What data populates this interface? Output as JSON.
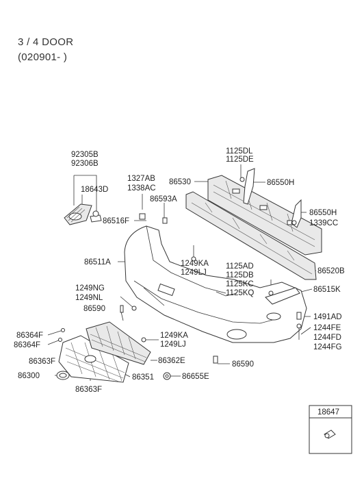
{
  "header": {
    "line1": "3 / 4  DOOR",
    "line2": "(020901- )"
  },
  "labels": {
    "p92305B": "92305B",
    "p92306B": "92306B",
    "p18643D": "18643D",
    "p1327AB": "1327AB",
    "p1338AC": "1338AC",
    "p86593A": "86593A",
    "p86516F": "86516F",
    "p1125DL": "1125DL",
    "p1125DE": "1125DE",
    "p86530": "86530",
    "p86550H_a": "86550H",
    "p86550H_b": "86550H",
    "p1339CC": "1339CC",
    "p86511A": "86511A",
    "p1249KA_a": "1249KA",
    "p1249LJ_a": "1249LJ",
    "p86520B": "86520B",
    "p1125AD": "1125AD",
    "p1125DB": "1125DB",
    "p1125KC": "1125KC",
    "p1125KQ": "1125KQ",
    "p86515K": "86515K",
    "p1249NG": "1249NG",
    "p1249NL": "1249NL",
    "p86590_a": "86590",
    "p1491AD": "1491AD",
    "p1244FE": "1244FE",
    "p1244FD": "1244FD",
    "p1244FG": "1244FG",
    "p86364F_a": "86364F",
    "p86364F_b": "86364F",
    "p1249KA_b": "1249KA",
    "p1249LJ_b": "1249LJ",
    "p86363F_a": "86363F",
    "p86362E": "86362E",
    "p86590_b": "86590",
    "p86300": "86300",
    "p86351": "86351",
    "p86655E": "86655E",
    "p86363F_b": "86363F"
  },
  "inset": {
    "label": "18647"
  }
}
